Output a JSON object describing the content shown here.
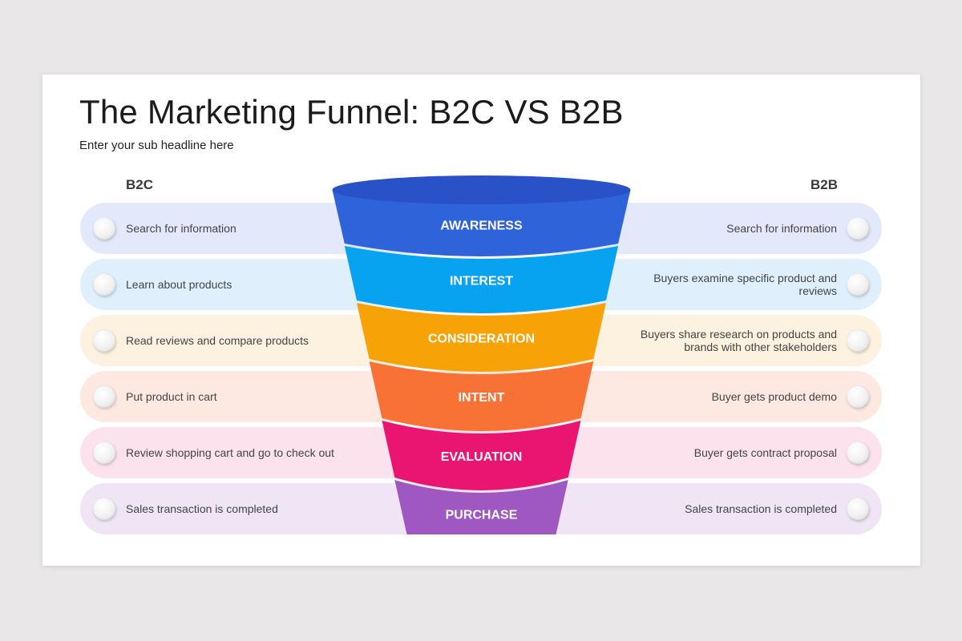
{
  "title": "The Marketing Funnel: B2C VS B2B",
  "subtitle": "Enter your sub headline here",
  "columns": {
    "left": "B2C",
    "right": "B2B"
  },
  "stages": [
    {
      "label": "AWARENESS",
      "color": "#2f63d9",
      "row_color": "#e3e9fa",
      "b2c": "Search for information",
      "b2b": "Search for information"
    },
    {
      "label": "INTEREST",
      "color": "#08a3f0",
      "row_color": "#dfeffc",
      "b2c": "Learn about products",
      "b2b": "Buyers examine specific product and reviews"
    },
    {
      "label": "CONSIDERATION",
      "color": "#f7a206",
      "row_color": "#fdf1df",
      "b2c": "Read reviews and compare products",
      "b2b": "Buyers share research on products and brands with other stakeholders"
    },
    {
      "label": "INTENT",
      "color": "#f87235",
      "row_color": "#fde9e2",
      "b2c": "Put product in cart",
      "b2b": "Buyer gets product demo"
    },
    {
      "label": "EVALUATION",
      "color": "#ea1471",
      "row_color": "#fbe2ec",
      "b2c": "Review shopping cart and go to check out",
      "b2b": "Buyer gets contract proposal"
    },
    {
      "label": "PURCHASE",
      "color": "#9f58c2",
      "row_color": "#efe5f5",
      "b2c": "Sales transaction is completed",
      "b2b": "Sales transaction is completed"
    }
  ],
  "funnel_top_color": "#2a52c8"
}
